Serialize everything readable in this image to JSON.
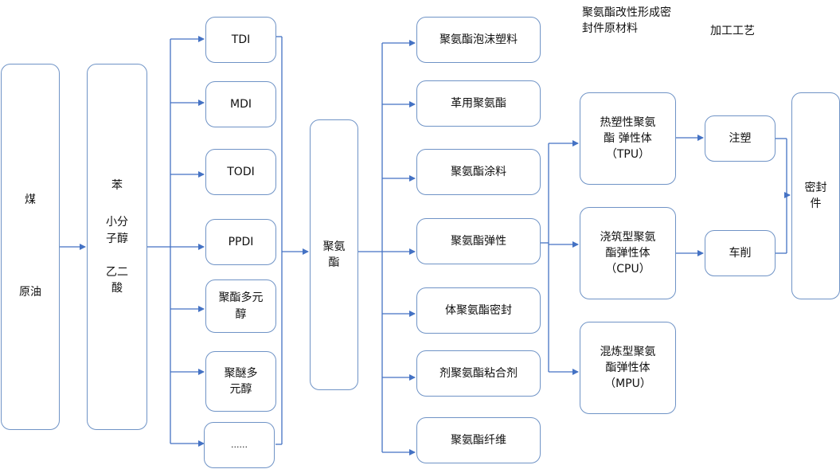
{
  "title": {
    "line1": "聚氨酯改性形成密",
    "line2": "封件原材料"
  },
  "process_heading": "加工工艺",
  "raw": [
    "煤",
    "原油"
  ],
  "intermediate": [
    "苯",
    "小分\n子醇",
    "乙二\n酸"
  ],
  "materials": [
    "TDI",
    "MDI",
    "TODI",
    "PPDI",
    "聚酯多元\n醇",
    "聚醚多\n元醇",
    "......"
  ],
  "center": "聚氨\n酯",
  "products": [
    "聚氨酯泡沫塑料",
    "革用聚氨酯",
    "聚氨酯涂料",
    "聚氨酯弹性",
    "体聚氨酯密封",
    "剂聚氨酯粘合剂",
    "聚氨酯纤维"
  ],
  "elastomers": [
    "热塑性聚氨\n酯 弹性体\n（TPU）",
    "浇筑型聚氨\n酯弹性体\n（CPU）",
    "混炼型聚氨\n酯弹性体\n（MPU）"
  ],
  "processes": [
    "注塑",
    "车削"
  ],
  "final": "密封\n件"
}
